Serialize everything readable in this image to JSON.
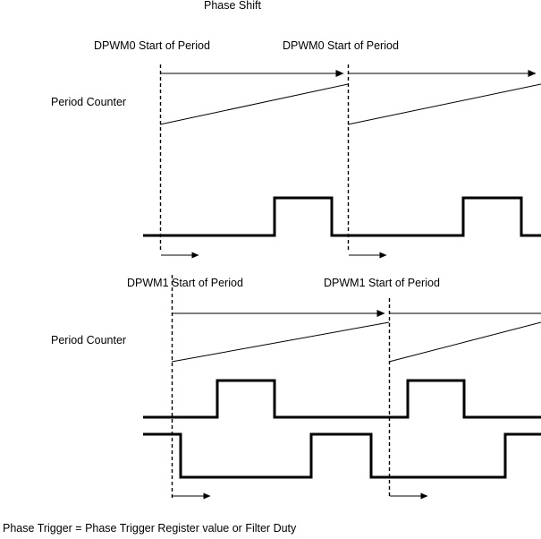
{
  "figure": {
    "title": "Phase Shift",
    "caption": "Phase Trigger = Phase Trigger Register value or Filter Duty",
    "stroke_color": "#000000",
    "background_color": "#ffffff"
  },
  "labels": {
    "dpwm0_start_1": "DPWM0 Start of Period",
    "dpwm0_start_2": "DPWM0 Start of Period",
    "dpwm1_start_1": "DPWM1 Start of Period",
    "dpwm1_start_2": "DPWM1 Start of Period",
    "period_counter_top": "Period Counter",
    "period_counter_bottom": "Period Counter"
  },
  "chart_data": {
    "type": "line",
    "title": "Phase Shift",
    "xlabel": "",
    "ylabel": "",
    "xlim": [
      0,
      605
    ],
    "ylim": [
      602,
      0
    ],
    "grid": false,
    "legend": "none",
    "annotations": [
      {
        "text": "Phase Shift",
        "x": 228,
        "y": 7
      },
      {
        "text": "DPWM0 Start of Period",
        "x": 105,
        "y": 46
      },
      {
        "text": "DPWM0 Start of Period",
        "x": 316,
        "y": 46
      },
      {
        "text": "Period Counter",
        "x": 57,
        "y": 109
      },
      {
        "text": "DPWM1 Start of Period",
        "x": 142,
        "y": 311
      },
      {
        "text": "DPWM1 Start of Period",
        "x": 362,
        "y": 311
      },
      {
        "text": "Period Counter",
        "x": 57,
        "y": 375
      },
      {
        "text": "Phase Trigger = Phase Trigger Register value or Filter Duty",
        "x": 3,
        "y": 585
      }
    ],
    "markers": {
      "dpwm0_period_boundaries_x": [
        179,
        389
      ],
      "dpwm1_period_boundaries_x": [
        192,
        435
      ],
      "dpwm0_dashed_y_range": [
        72,
        280
      ],
      "dpwm1_dashed_y_range": [
        333,
        555
      ]
    },
    "series": [
      {
        "name": "dpwm0-period-arrow",
        "kind": "arrow",
        "points": [
          [
            179,
            82
          ],
          [
            604,
            82
          ]
        ],
        "tick_arrows_x": [
          389,
          604
        ]
      },
      {
        "name": "dpwm0-period-counter-ramp",
        "kind": "sawtooth",
        "segments": [
          [
            [
              179,
              139
            ],
            [
              389,
              94
            ]
          ],
          [
            [
              389,
              139
            ],
            [
              604,
              94
            ]
          ]
        ]
      },
      {
        "name": "dpwm0-output",
        "kind": "digital",
        "low_y": 263,
        "high_y": 221,
        "transitions": [
          {
            "x": 160,
            "level": "low"
          },
          {
            "x": 307,
            "level": "high"
          },
          {
            "x": 371,
            "level": "low"
          },
          {
            "x": 518,
            "level": "high"
          },
          {
            "x": 583,
            "level": "low"
          },
          {
            "x": 605,
            "level": "low"
          }
        ]
      },
      {
        "name": "dpwm0-phase-trigger-arrow-1",
        "kind": "arrow",
        "points": [
          [
            180,
            285
          ],
          [
            228,
            285
          ]
        ]
      },
      {
        "name": "dpwm0-phase-trigger-arrow-2",
        "kind": "arrow",
        "points": [
          [
            390,
            285
          ],
          [
            438,
            285
          ]
        ]
      },
      {
        "name": "dpwm1-period-arrow",
        "kind": "arrow",
        "points": [
          [
            192,
            350
          ],
          [
            604,
            350
          ]
        ],
        "tick_arrows_x": [
          435,
          604
        ]
      },
      {
        "name": "dpwm1-period-counter-ramp",
        "kind": "sawtooth",
        "segments": [
          [
            [
              192,
              404
            ],
            [
              435,
              360
            ]
          ],
          [
            [
              435,
              404
            ],
            [
              604,
              360
            ]
          ]
        ]
      },
      {
        "name": "dpwm1-output",
        "kind": "digital",
        "low_y": 466,
        "high_y": 425,
        "transitions": [
          {
            "x": 160,
            "level": "low"
          },
          {
            "x": 243,
            "level": "high"
          },
          {
            "x": 307,
            "level": "low"
          },
          {
            "x": 456,
            "level": "high"
          },
          {
            "x": 519,
            "level": "low"
          },
          {
            "x": 605,
            "level": "low"
          }
        ]
      },
      {
        "name": "dpwm1-complement-output",
        "kind": "digital",
        "low_y": 533,
        "high_y": 485,
        "transitions": [
          {
            "x": 160,
            "level": "high"
          },
          {
            "x": 202,
            "level": "low"
          },
          {
            "x": 348,
            "level": "high"
          },
          {
            "x": 415,
            "level": "low"
          },
          {
            "x": 565,
            "level": "high"
          },
          {
            "x": 605,
            "level": "high"
          }
        ]
      },
      {
        "name": "dpwm1-phase-trigger-arrow-1",
        "kind": "arrow",
        "points": [
          [
            193,
            554
          ],
          [
            241,
            554
          ]
        ]
      },
      {
        "name": "dpwm1-phase-trigger-arrow-2",
        "kind": "arrow",
        "points": [
          [
            436,
            554
          ],
          [
            484,
            554
          ]
        ]
      }
    ]
  }
}
